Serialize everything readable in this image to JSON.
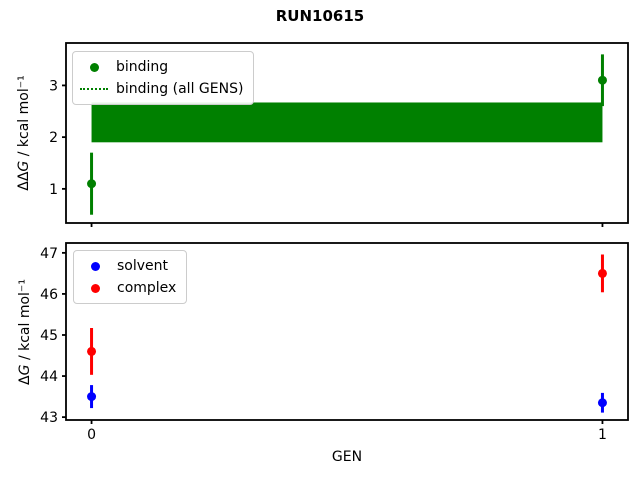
{
  "title": "RUN10615",
  "colors": {
    "binding": "#008000",
    "solvent": "#0000ff",
    "complex": "#ff0000",
    "axes": "#000000",
    "legend_border": "#cccccc",
    "background": "#ffffff"
  },
  "chart_data": [
    {
      "type": "errorbar",
      "position": "top",
      "title": "",
      "ylabel": "ΔΔG / kcal mol⁻¹",
      "ylabel_parts": {
        "delta": "ΔΔ",
        "symbol": "G",
        "units": " / kcal mol⁻¹"
      },
      "xlabel": "",
      "xlim": [
        -0.05,
        1.05
      ],
      "ylim": [
        0.34,
        3.82
      ],
      "yticks": [
        1,
        2,
        3
      ],
      "xticks": [
        0,
        1
      ],
      "xticklabels_visible": false,
      "grid": false,
      "series": [
        {
          "name": "binding",
          "color": "#008000",
          "x": [
            0,
            1
          ],
          "y": [
            1.1,
            3.1
          ],
          "yerr": [
            0.6,
            0.5
          ]
        }
      ],
      "band": {
        "name": "binding (all GENS)",
        "color": "#008000",
        "x": [
          0,
          1
        ],
        "ylow": 1.9,
        "yhigh": 2.67
      },
      "legend": {
        "position": "upper left",
        "entries": [
          {
            "label": "binding",
            "marker": "dot",
            "color": "#008000"
          },
          {
            "label": "binding (all GENS)",
            "marker": "dotted-line",
            "color": "#008000"
          }
        ]
      }
    },
    {
      "type": "errorbar",
      "position": "bottom",
      "title": "",
      "ylabel": "ΔG / kcal mol⁻¹",
      "ylabel_parts": {
        "delta": "Δ",
        "symbol": "G",
        "units": " / kcal mol⁻¹"
      },
      "xlabel": "GEN",
      "xlim": [
        -0.05,
        1.05
      ],
      "ylim": [
        42.93,
        47.24
      ],
      "yticks": [
        43,
        44,
        45,
        46,
        47
      ],
      "xticks": [
        0,
        1
      ],
      "xticklabels_visible": true,
      "grid": false,
      "series": [
        {
          "name": "solvent",
          "color": "#0000ff",
          "x": [
            0,
            1
          ],
          "y": [
            43.5,
            43.35
          ],
          "yerr": [
            0.28,
            0.24
          ]
        },
        {
          "name": "complex",
          "color": "#ff0000",
          "x": [
            0,
            1
          ],
          "y": [
            44.6,
            46.5
          ],
          "yerr": [
            0.57,
            0.46
          ]
        }
      ],
      "legend": {
        "position": "upper left",
        "entries": [
          {
            "label": "solvent",
            "marker": "dot",
            "color": "#0000ff"
          },
          {
            "label": "complex",
            "marker": "dot",
            "color": "#ff0000"
          }
        ]
      }
    }
  ]
}
